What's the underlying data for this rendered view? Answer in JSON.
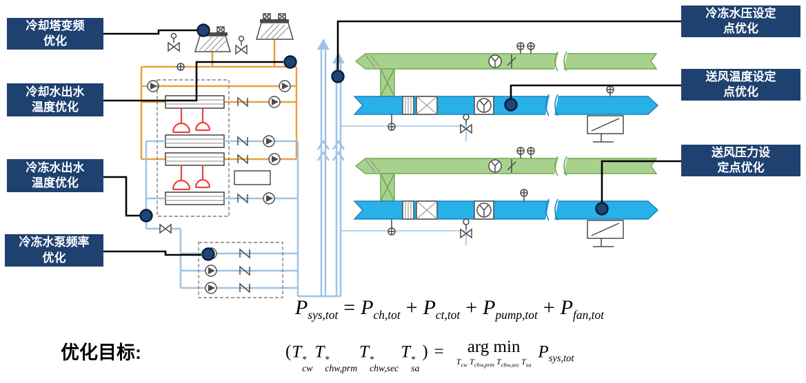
{
  "colors": {
    "label_bg": "#1E4170",
    "label_text": "#FFFFFF",
    "marker_fill": "#1F4476",
    "callout_line": "#000000",
    "pipe_condenser": "#E8A13C",
    "pipe_chilled": "#9DC3E6",
    "duct_return_fill": "#A9D18E",
    "duct_return_stroke": "#6FA84F",
    "duct_supply_fill": "#27B1E6",
    "duct_supply_stroke": "#1E7FBF",
    "equipment_red": "#E8443A",
    "equipment_gray": "#4A4A4A"
  },
  "labels": {
    "left": [
      {
        "text": "冷却塔变频\n优化"
      },
      {
        "text": "冷却水出水\n温度优化"
      },
      {
        "text": "冷冻水出水\n温度优化"
      },
      {
        "text": "冷冻水泵频率\n优化"
      }
    ],
    "right": [
      {
        "text": "冷冻水压设定\n点优化"
      },
      {
        "text": "送风温度设定\n点优化"
      },
      {
        "text": "送风压力设\n定点优化"
      }
    ]
  },
  "objective": {
    "label": "优化目标:"
  },
  "formula1": {
    "t1b": "P",
    "t1s": "sys,tot",
    "eq": "=",
    "t2b": "P",
    "t2s": "ch,tot",
    "plus1": "+",
    "t3b": "P",
    "t3s": "ct,tot",
    "plus2": "+",
    "t4b": "P",
    "t4s": "pump,tot",
    "plus3": "+",
    "t5b": "P",
    "t5s": "fan,tot"
  },
  "formula2": {
    "open": "(",
    "close": ")",
    "eq": "=",
    "T1": "T",
    "sup1": "*",
    "sub1": "cw",
    "T2": "T",
    "sup2": "*",
    "sub2": "chw,prm",
    "T3": "T",
    "sup3": "*",
    "sub3": "chw,sec",
    "T4": "T",
    "sup4": "*",
    "sub4": "sa",
    "argmin": "arg min",
    "u1": "T",
    "us1": "cw",
    "u2": "T",
    "us2": "chw,prm",
    "u3": "T",
    "us3": "chw,sec",
    "u4": "T",
    "us4": "sa",
    "Pb": "P",
    "Ps": "sys,tot"
  }
}
